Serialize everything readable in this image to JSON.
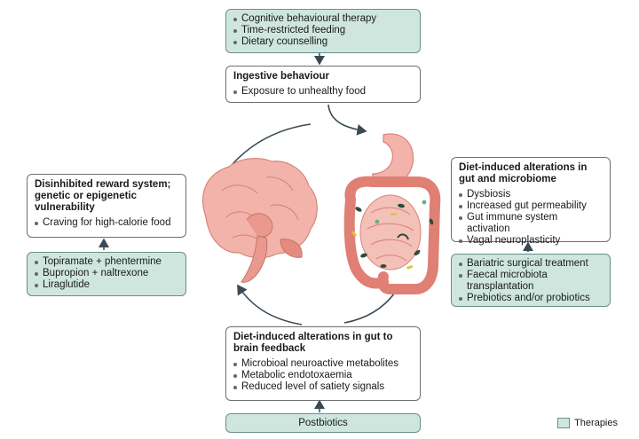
{
  "top_therapy": {
    "items": [
      "Cognitive behavioural therapy",
      "Time-restricted feeding",
      "Dietary counselling"
    ]
  },
  "ingestive": {
    "title": "Ingestive behaviour",
    "items": [
      "Exposure to unhealthy food"
    ]
  },
  "reward": {
    "title": "Disinhibited reward system; genetic or epigenetic vulnerability",
    "items": [
      "Craving for high-calorie food"
    ]
  },
  "left_therapy": {
    "items": [
      "Topiramate + phentermine",
      "Bupropion + naltrexone",
      "Liraglutide"
    ]
  },
  "gut_micro": {
    "title": "Diet-induced alterations in gut and microbiome",
    "items": [
      "Dysbiosis",
      "Increased gut permeability",
      "Gut immune system activation",
      "Vagal neuroplasticity"
    ]
  },
  "right_therapy": {
    "items": [
      "Bariatric surgical treatment",
      "Faecal microbiota transplantation",
      "Prebiotics and/or probiotics"
    ]
  },
  "gut_brain": {
    "title": "Diet-induced alterations in gut to brain feedback",
    "items": [
      "Microbioal neuroactive metabolites",
      "Metabolic endotoxaemia",
      "Reduced level of satiety signals"
    ]
  },
  "bottom_therapy": {
    "label": "Postbiotics"
  },
  "legend": {
    "label": "Therapies"
  },
  "colors": {
    "therapy_fill": "#cfe6df",
    "therapy_border": "#6a8f86",
    "brain": "#f0a9a0",
    "gut": "#e98a80",
    "arrow": "#3a4a55"
  }
}
